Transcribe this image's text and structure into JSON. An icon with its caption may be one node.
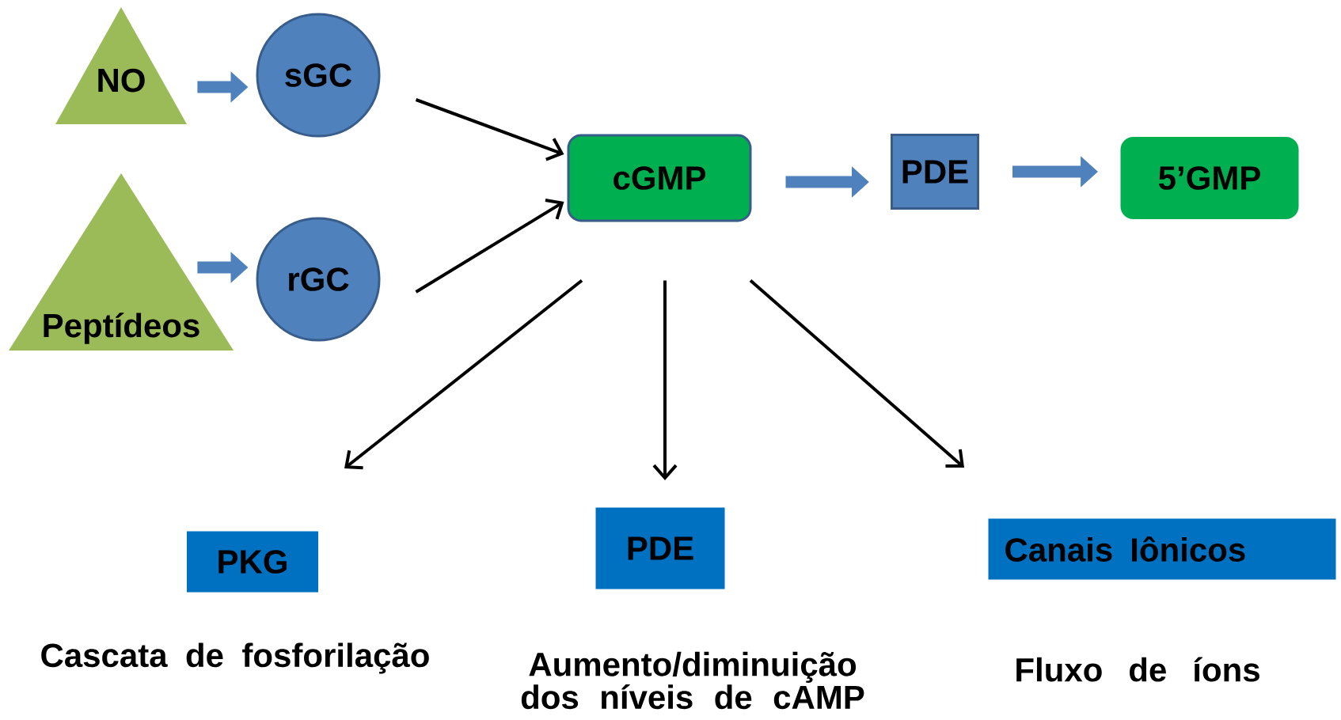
{
  "diagram": {
    "nodes": [
      {
        "text": [
          "NO"
        ]
      },
      {
        "text": [
          "sGC"
        ]
      },
      {
        "text": [
          "Peptídeos"
        ]
      },
      {
        "text": [
          "rGC"
        ]
      },
      {
        "text": [
          "cGMP"
        ]
      },
      {
        "text": [
          "PDE"
        ]
      },
      {
        "text": [
          "5’GMP"
        ]
      },
      {
        "text": [
          "PKG"
        ],
        "beside": [
          "Cascata de fosforilação"
        ]
      },
      {
        "text": [
          "PDE"
        ],
        "beside": [
          "Aumento/diminuição dos níveis de cAMP"
        ]
      },
      {
        "text": [
          "Canais Iônicos"
        ],
        "beside": [
          "Fluxo de íons"
        ]
      }
    ],
    "edges": [
      {
        "from": 0,
        "to": 1,
        "arrow": "to",
        "style": "thick",
        "color": "#4f81bd"
      },
      {
        "from": 2,
        "to": 3,
        "arrow": "to",
        "style": "thick",
        "color": "#4f81bd"
      },
      {
        "from": 1,
        "to": 4,
        "arrow": "to"
      },
      {
        "from": 3,
        "to": 4,
        "arrow": "to"
      },
      {
        "from": 4,
        "to": 5,
        "arrow": "to",
        "style": "thick",
        "color": "#4f81bd"
      },
      {
        "from": 5,
        "to": 6,
        "arrow": "to",
        "style": "thick",
        "color": "#4f81bd"
      },
      {
        "from": 4,
        "to": 7,
        "arrow": "to"
      },
      {
        "from": 4,
        "to": 8,
        "arrow": "to"
      },
      {
        "from": 4,
        "to": 9,
        "arrow": "to"
      }
    ]
  }
}
